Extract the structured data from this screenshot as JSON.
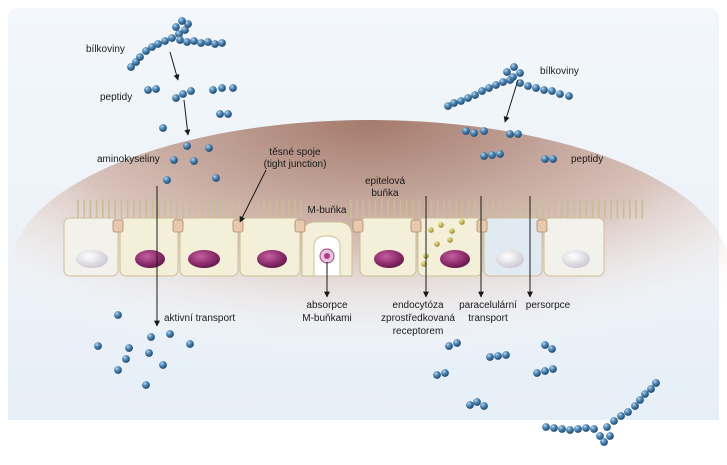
{
  "labels": {
    "proteins_left": "bílkoviny",
    "peptides_left": "peptidy",
    "amino_acids": "aminokyseliny",
    "tight_junction_1": "těsné spoje",
    "tight_junction_2": "(tight junction)",
    "m_cell": "M-buňka",
    "epithelial_1": "epitelová",
    "epithelial_2": "buňka",
    "proteins_right": "bílkoviny",
    "peptides_right": "peptidy",
    "active_transport": "aktivní transport",
    "m_absorption_1": "absorpce",
    "m_absorption_2": "M-buňkami",
    "endocytosis_1": "endocytóza",
    "endocytosis_2": "zprostředkovaná",
    "endocytosis_3": "receptorem",
    "paracellular_1": "paracelulární",
    "paracellular_2": "transport",
    "persorption": "persorpce"
  },
  "colors": {
    "panel_bg": "#eef4fa",
    "sub_epithelial": "#b98f82",
    "cell_body": "#f4efd8",
    "cell_edge": "#cdbf96",
    "nucleus": "#8e2d6c",
    "nucleus_pale": "#dcdadf",
    "bead": "#3f78a4",
    "junction": "#e9c9ae",
    "vesicle": "#c6b54a"
  }
}
